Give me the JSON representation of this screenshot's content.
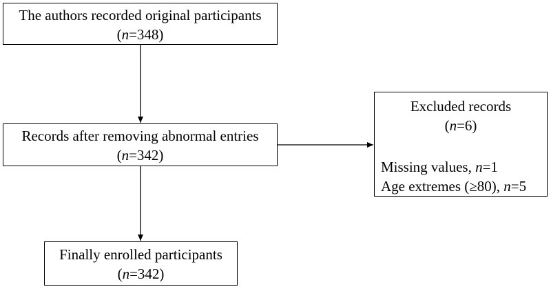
{
  "boxes": {
    "original": {
      "title": "The authors recorded original participants",
      "count_prefix": "(",
      "n_symbol": "n",
      "count_suffix": "=348)"
    },
    "after_cleaning": {
      "title": "Records after removing abnormal entries",
      "count_prefix": "(",
      "n_symbol": "n",
      "count_suffix": "=342)"
    },
    "final": {
      "title": "Finally enrolled participants",
      "count_prefix": "(",
      "n_symbol": "n",
      "count_suffix": "=342)"
    },
    "excluded": {
      "title": "Excluded records",
      "count_prefix": "(",
      "n_symbol": "n",
      "count_suffix": "=6)",
      "reasons": [
        {
          "label": "Missing values, ",
          "n_symbol": "n",
          "value": "=1"
        },
        {
          "label": "Age extremes (≥80), ",
          "n_symbol": "n",
          "value": "=5"
        }
      ]
    }
  },
  "colors": {
    "stroke": "#000000",
    "background": "#ffffff",
    "text": "#000000"
  }
}
